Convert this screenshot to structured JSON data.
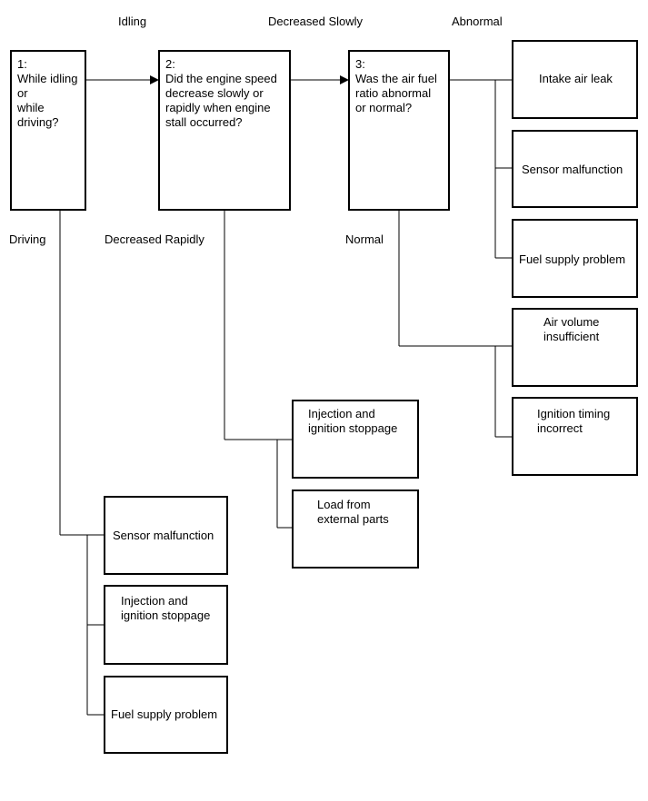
{
  "edge_labels": {
    "idling": "Idling",
    "decreased_slowly": "Decreased Slowly",
    "abnormal": "Abnormal",
    "driving": "Driving",
    "decreased_rapidly": "Decreased Rapidly",
    "normal": "Normal"
  },
  "questions": {
    "q1": "1:\nWhile idling or\nwhile driving?",
    "q2": "2:\nDid the engine speed\ndecrease slowly or\nrapidly when engine\nstall occurred?",
    "q3": "3:\nWas the air fuel\nratio abnormal\nor normal?"
  },
  "results": {
    "intake_air_leak": "Intake air leak",
    "sensor_malfunction_abnormal": "Sensor malfunction",
    "fuel_supply_problem_abnormal": "Fuel supply problem",
    "air_volume_insufficient": "Air volume\ninsufficient",
    "ignition_timing_incorrect": "Ignition timing\nincorrect",
    "injection_ignition_stoppage_rapid": "Injection and\nignition stoppage",
    "load_from_external_parts": "Load from\nexternal parts",
    "sensor_malfunction_driving": "Sensor malfunction",
    "injection_ignition_stoppage_driving": "Injection and\nignition stoppage",
    "fuel_supply_problem_driving": "Fuel supply problem"
  }
}
